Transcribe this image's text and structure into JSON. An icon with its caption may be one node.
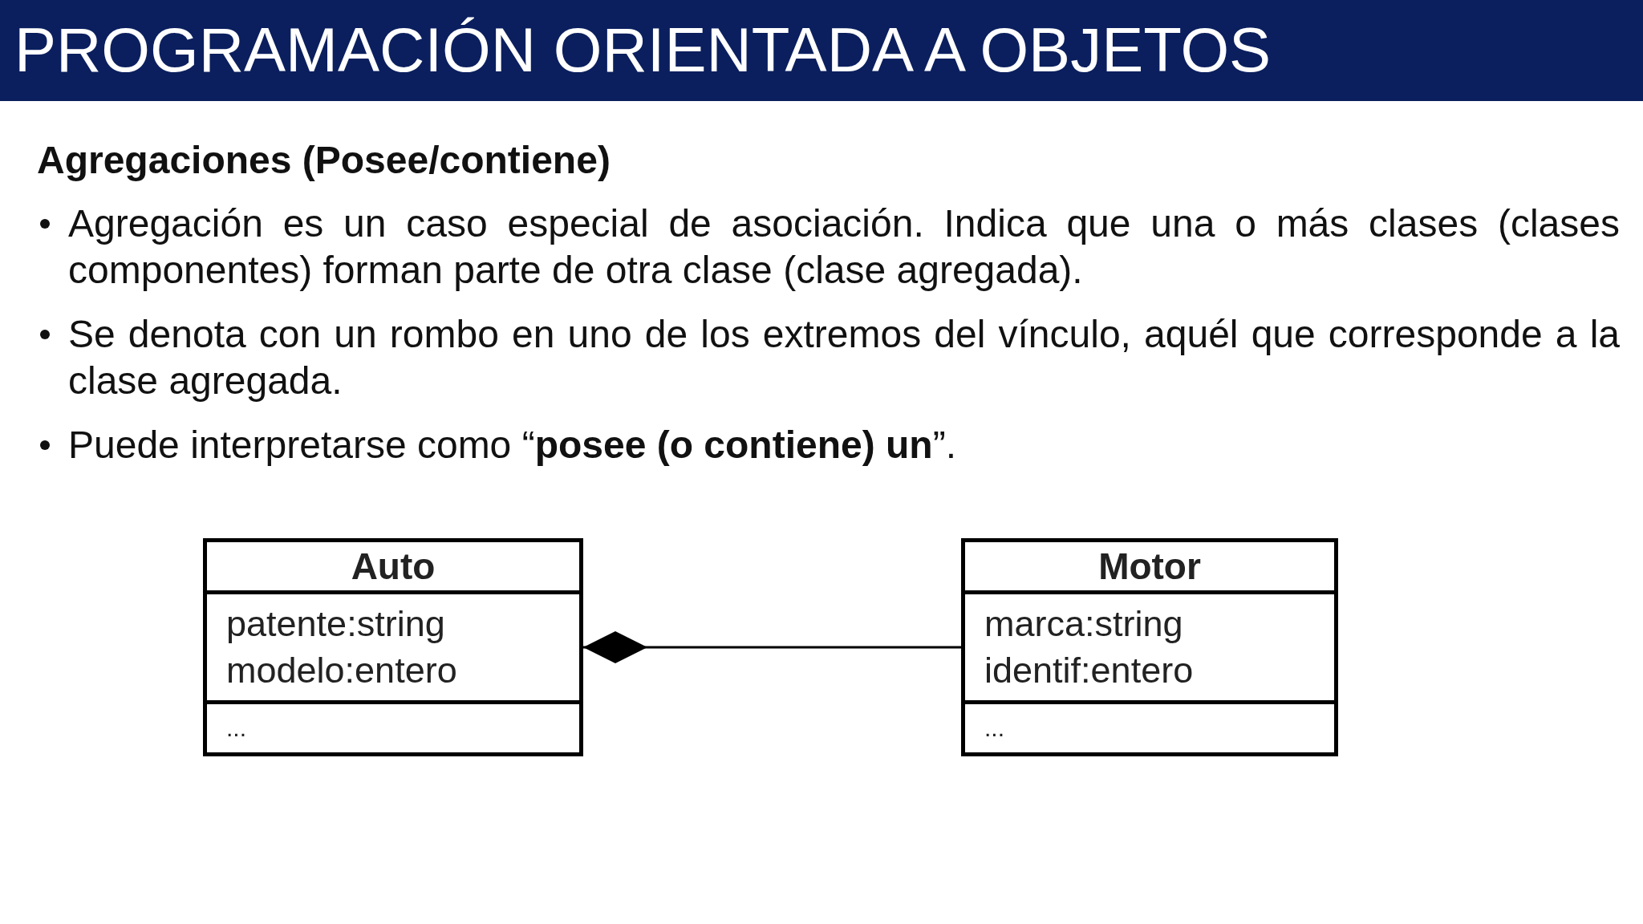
{
  "diagram": {
    "title": "PROGRAMACIÓN ORIENTADA A OBJETOS",
    "nodes": [
      {
        "text": [
          "Auto",
          "patente:string",
          "modelo:entero",
          "..."
        ]
      },
      {
        "text": [
          "Motor",
          "marca:string",
          "identif:entero",
          "..."
        ]
      }
    ],
    "edges": [
      {
        "from": 1,
        "to": 0,
        "arrow": "other"
      }
    ],
    "labels": [
      "Agregaciones (Posee/contiene)",
      "Agregación es un caso especial de asociación. Indica que una o más clases (clases componentes) forman parte de otra clase (clase agregada).",
      "Se denota con un rombo en uno de los extremos del vínculo, aquél que corresponde a la clase agregada.",
      "Puede interpretarse como “**posee (o contiene) un**”."
    ]
  }
}
